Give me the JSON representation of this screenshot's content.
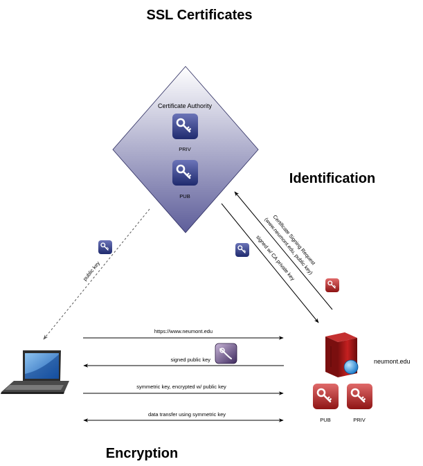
{
  "title": "SSL Certificates",
  "sections": {
    "identification": "Identification",
    "encryption": "Encryption"
  },
  "certificate_authority": {
    "label": "Certificate Authority",
    "priv_label": "PRIV",
    "pub_label": "PUB"
  },
  "server": {
    "name": "neumont.edu",
    "pub_label": "PUB",
    "priv_label": "PRIV"
  },
  "links": {
    "public_key": "public key",
    "csr_line1": "Certificate Signing Request",
    "csr_line2": "(www.neumont.edu, public key)",
    "signed_ca": "signed w/ CA private key"
  },
  "messages": [
    "https://www.neumont.edu",
    "signed public key",
    "symmetric key, encrypted w/ public key",
    "data transfer using symmetric key"
  ],
  "colors": {
    "ca_fill_top": "#ffffff",
    "ca_fill_bottom": "#5e5e9a",
    "ca_key_dark": "#1f2a6e",
    "server_red": "#b01818",
    "server_key_dark": "#8e1414"
  }
}
